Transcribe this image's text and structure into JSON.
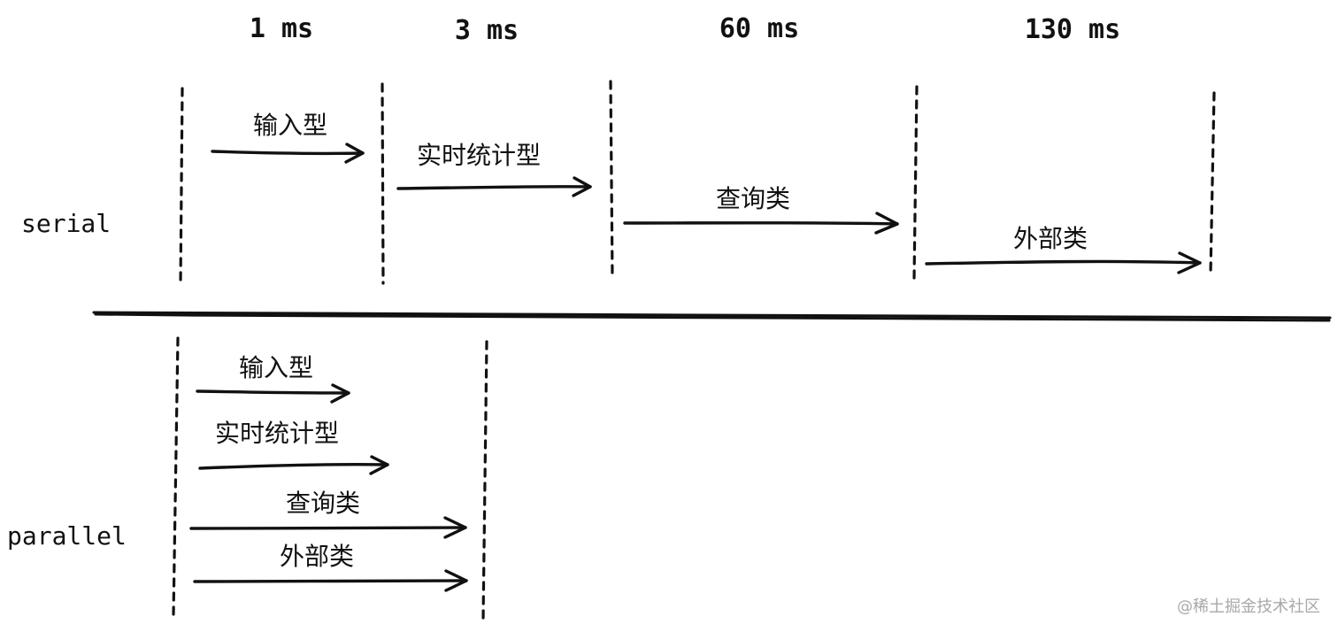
{
  "timings": [
    "1 ms",
    "3 ms",
    "60 ms",
    "130 ms"
  ],
  "modes": {
    "serial": "serial",
    "parallel": "parallel"
  },
  "tasks": {
    "input": "输入型",
    "realtime_stats": "实时统计型",
    "query": "查询类",
    "external": "外部类"
  },
  "watermark": "@稀土掘金技术社区"
}
